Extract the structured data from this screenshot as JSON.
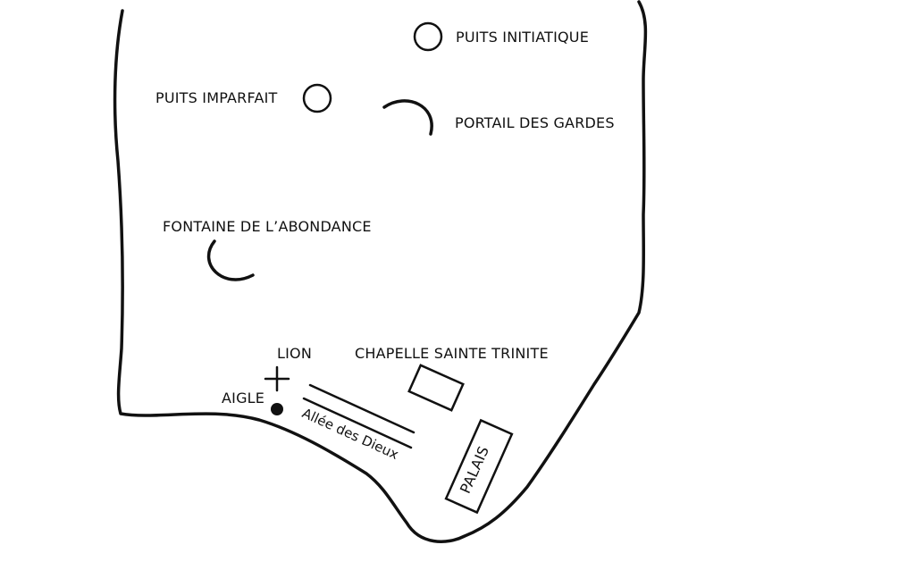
{
  "map": {
    "places": {
      "puits_initiatique": "PUITS INITIATIQUE",
      "puits_imparfait": "PUITS IMPARFAIT",
      "portail_des_gardes": "PORTAIL DES GARDES",
      "fontaine_abondance": "FONTAINE DE L’ABONDANCE",
      "lion": "LION",
      "aigle": "AIGLE",
      "chapelle": "CHAPELLE SAINTE TRINITE",
      "allee": "Allée des Dieux",
      "palais": "PALAIS"
    },
    "icons": {
      "puits_initiatique": "circle-icon",
      "puits_imparfait": "circle-icon",
      "portail_des_gardes": "arc-icon",
      "fontaine_abondance": "arc-icon",
      "lion": "cross-icon",
      "aigle": "dot-icon",
      "chapelle": "rectangle-icon",
      "palais": "rectangle-icon"
    },
    "colors": {
      "ink": "#111111",
      "background": "#ffffff"
    }
  }
}
